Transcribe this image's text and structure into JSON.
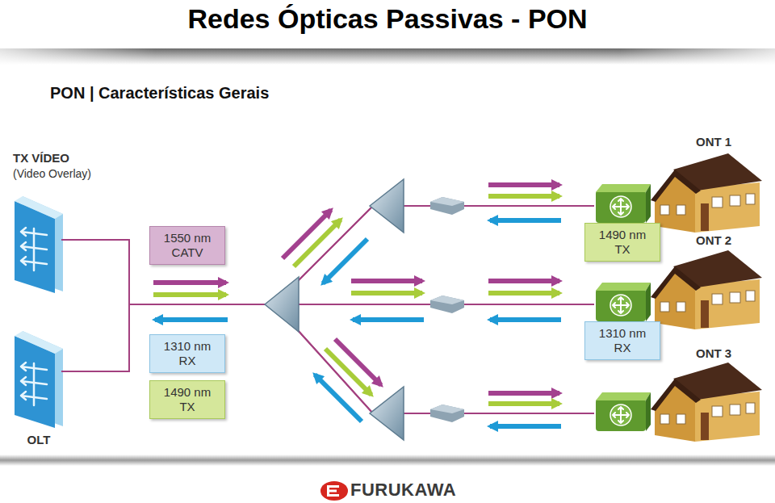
{
  "diagram": {
    "title": "Redes Ópticas Passivas - PON",
    "nodes": [
      {
        "text": [
          "TX VÍDEO",
          "(Video Overlay)"
        ]
      },
      {
        "text": [
          "OLT"
        ]
      },
      {
        "text": [
          "1550 nm CATV"
        ]
      },
      {
        "text": [
          "1310 nm RX"
        ]
      },
      {
        "text": [
          "1490 nm TX"
        ]
      },
      {
        "text": [
          "ONT 1"
        ]
      },
      {
        "text": [
          "1490 nm TX"
        ]
      },
      {
        "text": [
          "ONT 2"
        ]
      },
      {
        "text": [
          "1310 nm RX"
        ]
      },
      {
        "text": [
          "ONT 3"
        ]
      }
    ],
    "edges": [
      {
        "from": 0,
        "to": 5,
        "arrow": "none"
      },
      {
        "from": 0,
        "to": 7,
        "arrow": "none"
      },
      {
        "from": 0,
        "to": 9,
        "arrow": "none"
      },
      {
        "from": 1,
        "to": 5,
        "arrow": "none"
      },
      {
        "from": 1,
        "to": 7,
        "arrow": "none"
      },
      {
        "from": 1,
        "to": 9,
        "arrow": "none"
      }
    ],
    "labels": [
      "PON | Características Gerais",
      "FURUKAWA"
    ]
  }
}
